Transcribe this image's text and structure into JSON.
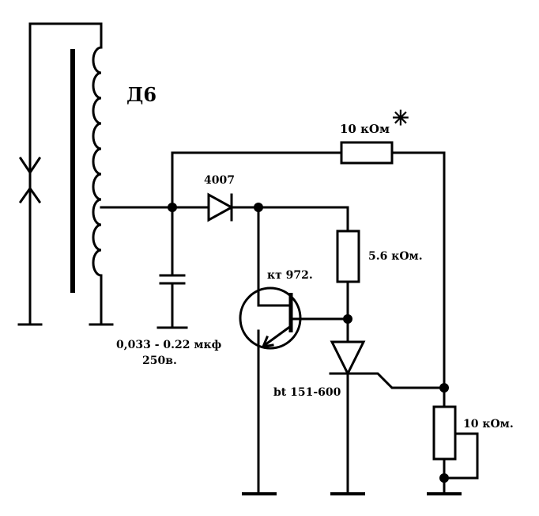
{
  "labels": {
    "transformer": "Д6",
    "resistor_top": "10 кОм",
    "resistor_top_mark": "✳",
    "diode": "4007",
    "resistor_mid": "5.6 кОм.",
    "transistor": "кт 972.",
    "capacitor_value": "0,033 - 0.22 мкф",
    "capacitor_voltage": "250в.",
    "thyristor": "bt 151-600",
    "resistor_bottom": "10 кОм."
  }
}
